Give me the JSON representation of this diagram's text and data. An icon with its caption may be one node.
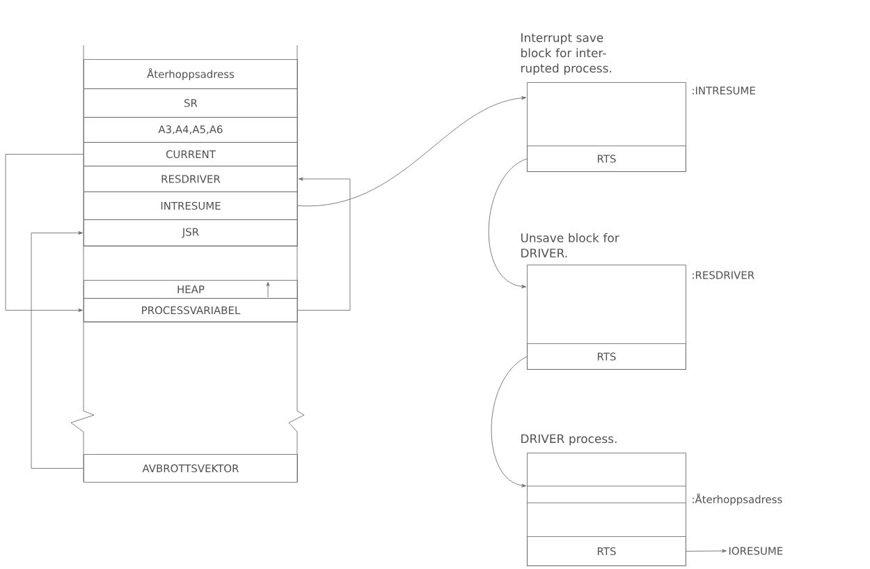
{
  "diagram": {
    "nodes": [
      {
        "text": [
          "Återhoppsadress"
        ]
      },
      {
        "text": [
          "SR"
        ]
      },
      {
        "text": [
          "A3,A4,A5,A6"
        ]
      },
      {
        "text": [
          "CURRENT"
        ]
      },
      {
        "text": [
          "RESDRIVER"
        ]
      },
      {
        "text": [
          "INTRESUME"
        ]
      },
      {
        "text": [
          "JSR"
        ]
      },
      {
        "text": [
          "HEAP"
        ]
      },
      {
        "text": [
          "PROCESSVARIABEL"
        ]
      },
      {
        "text": [
          "AVBROTTSVEKTOR"
        ]
      },
      {
        "text": [
          "Interrupt save block for inter- rupted process."
        ],
        "beside": [
          ":INTRESUME"
        ]
      },
      {
        "text": [
          "RTS"
        ],
        "in": 10
      },
      {
        "text": [
          "Unsave block for DRIVER."
        ],
        "beside": [
          ":RESDRIVER"
        ]
      },
      {
        "text": [
          "RTS"
        ],
        "in": 12
      },
      {
        "text": [
          "DRIVER process."
        ],
        "beside": [
          ":Återhoppsadress"
        ]
      },
      {
        "text": [
          "RTS"
        ],
        "in": 14
      },
      {
        "text": [
          "IORESUME"
        ]
      }
    ],
    "edges": [
      {
        "from": 3,
        "to": 8,
        "arrow": "to"
      },
      {
        "from": 9,
        "to": 6,
        "arrow": "to"
      },
      {
        "from": 8,
        "to": 4,
        "arrow": "to"
      },
      {
        "from": 5,
        "to": 10,
        "arrow": "to"
      },
      {
        "from": 11,
        "to": 12,
        "arrow": "to"
      },
      {
        "from": 13,
        "to": 14,
        "arrow": "to"
      },
      {
        "from": 15,
        "to": 16,
        "arrow": "to"
      }
    ]
  }
}
